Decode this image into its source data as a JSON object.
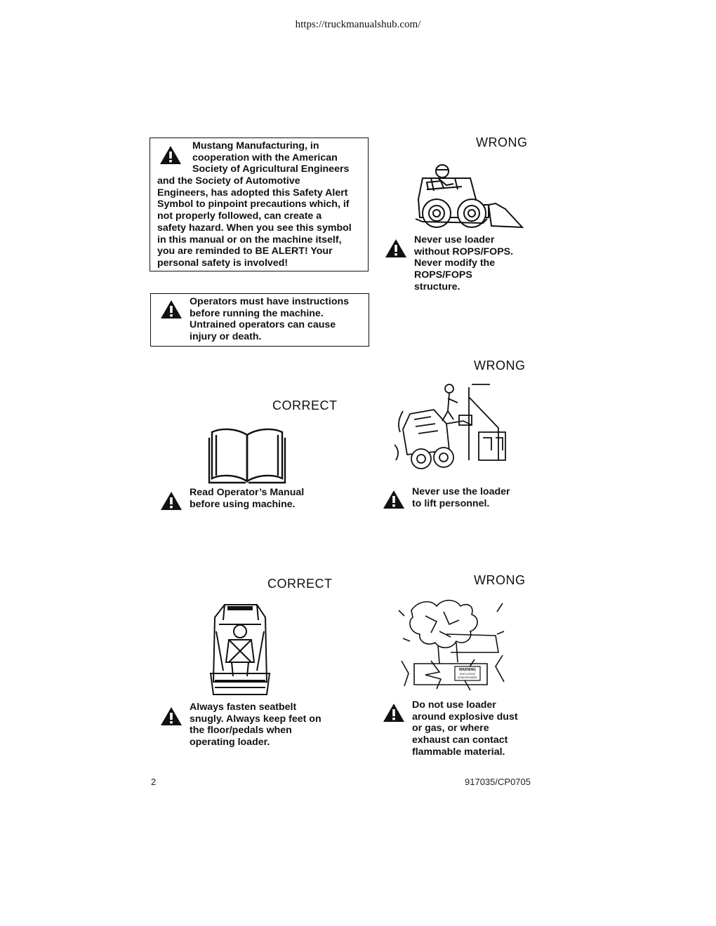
{
  "header": {
    "url": "https://truckmanualshub.com/"
  },
  "box1": {
    "lead_lines": [
      "Mustang Manufacturing, in",
      "cooperation with the American",
      "Society of Agricultural Engineers"
    ],
    "body_lines": [
      "and the Society of Automotive",
      "Engineers, has adopted this Safety Alert",
      "Symbol to pinpoint precautions which, if",
      "not properly followed, can create a",
      "safety hazard. When you see this symbol",
      "in this manual or on the machine itself,",
      "you are reminded to BE ALERT! Your",
      "personal safety is involved!"
    ]
  },
  "box2": {
    "lines": [
      "Operators must have instructions",
      "before running the machine.",
      "Untrained operators can cause",
      "injury or death."
    ]
  },
  "panels": {
    "rops": {
      "label": "WRONG",
      "caption_lines": [
        "Never use loader",
        "without ROPS/FOPS.",
        "Never modify the",
        "ROPS/FOPS",
        "structure."
      ]
    },
    "manual": {
      "label": "CORRECT",
      "caption_lines": [
        "Read Operator’s Manual",
        "before using machine."
      ]
    },
    "personnel": {
      "label": "WRONG",
      "caption_lines": [
        "Never use the loader",
        "to lift personnel."
      ]
    },
    "seatbelt": {
      "label": "CORRECT",
      "caption_lines": [
        "Always fasten seatbelt",
        "snugly. Always keep feet on",
        "the floor/pedals when",
        "operating loader."
      ]
    },
    "explosive": {
      "label": "WRONG",
      "caption_lines": [
        "Do not use loader",
        "around explosive dust",
        "or gas, or where",
        "exhaust can contact",
        "flammable material."
      ],
      "sign_lines": [
        "WARNING",
        "EXPLOSIVE",
        "ATMOSPHERE"
      ]
    }
  },
  "footer": {
    "page_number": "2",
    "doc_code": "917035/CP0705"
  },
  "icons": {
    "alert": "safety-alert-icon"
  },
  "colors": {
    "ink": "#111111",
    "paper": "#ffffff"
  }
}
